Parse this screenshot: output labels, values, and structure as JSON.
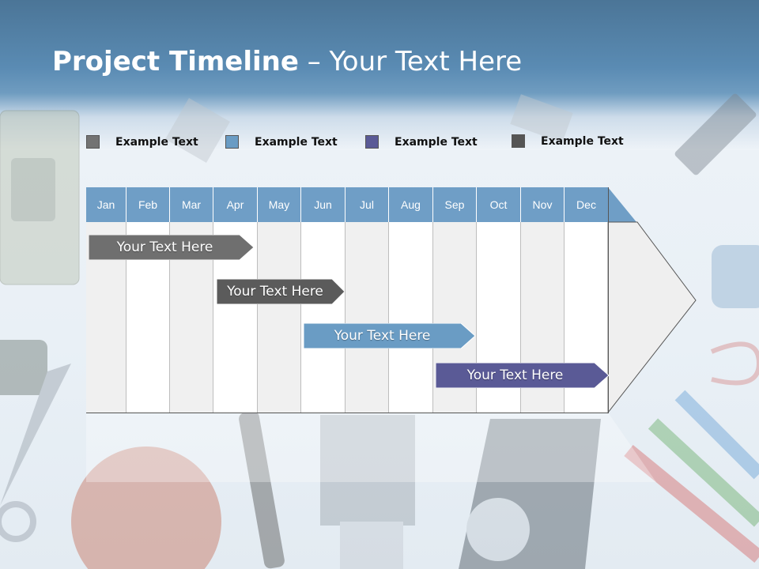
{
  "header": {
    "title_bold": "Project Timeline",
    "title_rest": " – Your Text Here"
  },
  "legend": [
    {
      "label": "Example Text",
      "color": "#737373"
    },
    {
      "label": "Example Text",
      "color": "#6a9cc4"
    },
    {
      "label": "Example Text",
      "color": "#5a5a96"
    },
    {
      "label": "Example Text",
      "color": "#555555"
    }
  ],
  "timeline": {
    "months": [
      "Jan",
      "Feb",
      "Mar",
      "Apr",
      "May",
      "Jun",
      "Jul",
      "Aug",
      "Sep",
      "Oct",
      "Nov",
      "Dec"
    ],
    "header_color": "#6f9ec6",
    "tasks": [
      {
        "label": "Your  Text Here",
        "color": "#6f6f6f"
      },
      {
        "label": "Your  Text Here",
        "color": "#5b5b5b"
      },
      {
        "label": "Your  Text Here",
        "color": "#6a9cc4"
      },
      {
        "label": "Your  Text Here",
        "color": "#5a5a96"
      }
    ]
  }
}
